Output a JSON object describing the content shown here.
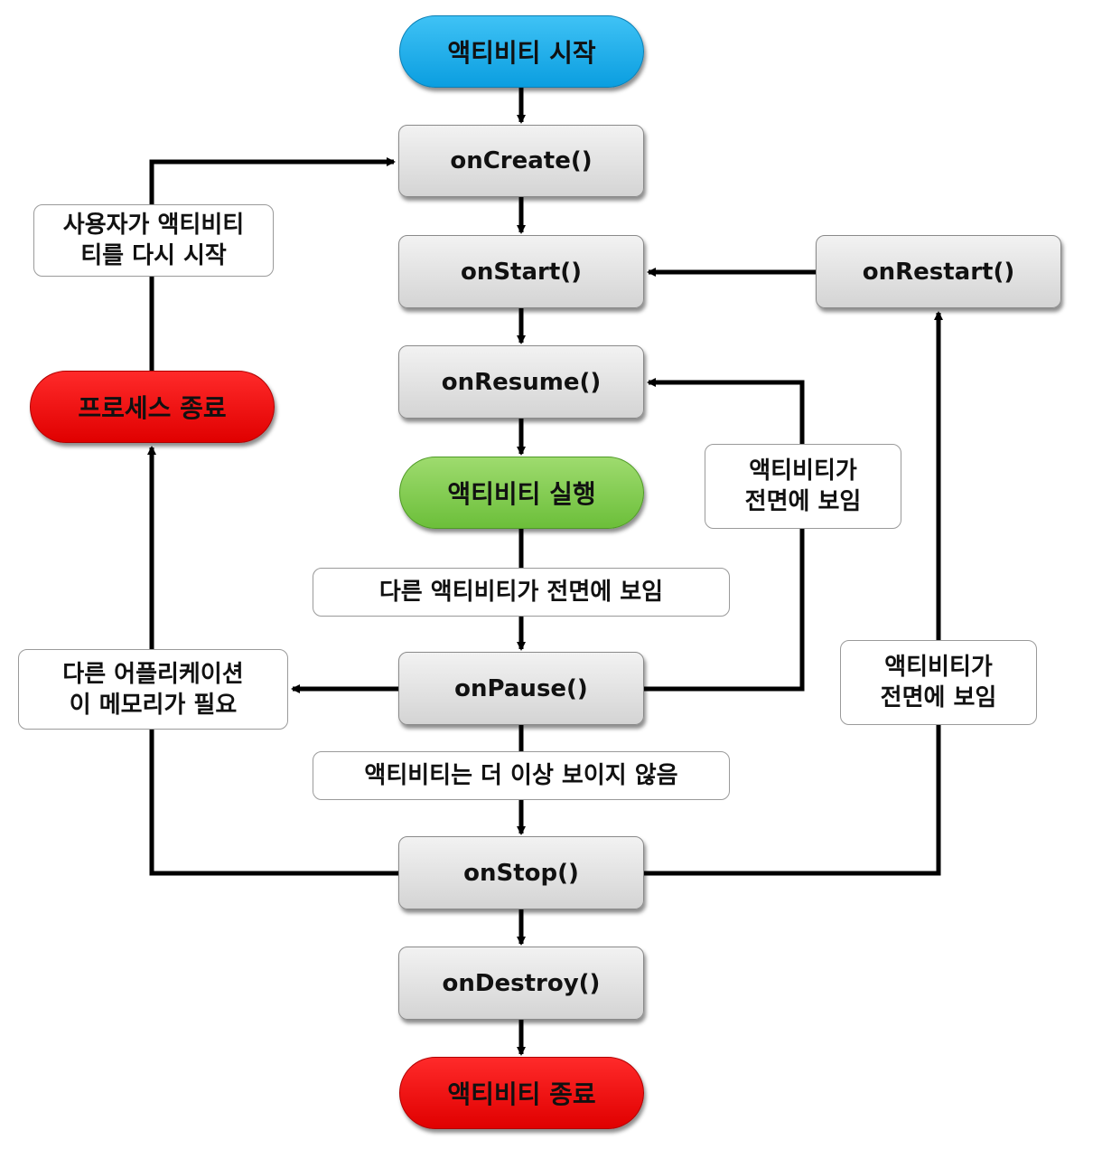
{
  "nodes": {
    "activity_start": "액티비티 시작",
    "on_create": "onCreate()",
    "on_start": "onStart()",
    "on_restart": "onRestart()",
    "on_resume": "onResume()",
    "activity_running": "액티비티 실행",
    "on_pause": "onPause()",
    "on_stop": "onStop()",
    "on_destroy": "onDestroy()",
    "activity_end": "액티비티 종료",
    "process_killed": "프로세스 종료"
  },
  "labels": {
    "user_restart": [
      "사용자가 액티비티",
      "티를 다시 시작"
    ],
    "another_activity_front": "다른 액티비티가 전면에 보임",
    "activity_front_resume": [
      "액티비티가",
      "전면에 보임"
    ],
    "activity_front_restart": [
      "액티비티가",
      "전면에 보임"
    ],
    "app_needs_memory": [
      "다른 어플리케이션",
      "이 메모리가 필요"
    ],
    "no_longer_visible": "액티비티는 더 이상 보이지 않음"
  },
  "colors": {
    "start_pill": "#0b9ee0",
    "running_pill": "#6cbf3a",
    "end_pill": "#e00000",
    "method_box": "#d4d4d4",
    "line": "#000000"
  }
}
